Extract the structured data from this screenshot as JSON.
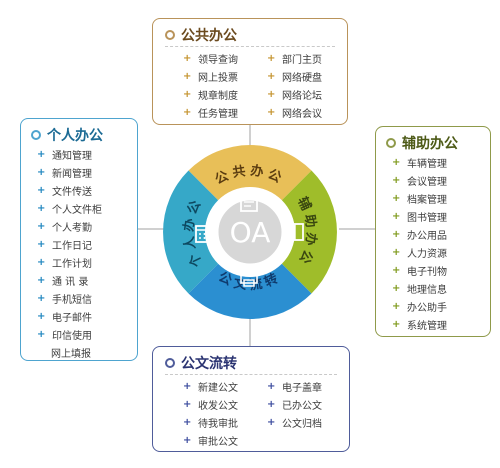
{
  "colors": {
    "public_border": "#b9935a",
    "public_title": "#6b4a1e",
    "public_plus": "#c4932e",
    "aux_border": "#8f9a4a",
    "aux_title": "#4d5a17",
    "aux_plus": "#7f9a1c",
    "flow_border": "#4f5c9a",
    "flow_title": "#2b3472",
    "flow_plus": "#3b4b9e",
    "personal_border": "#4ea4cf",
    "personal_title": "#1b6a94",
    "personal_plus": "#1f86bf",
    "item_text": "#3d3d3d",
    "seg_public": "#e8bf58",
    "seg_aux": "#9fbd2a",
    "seg_flow": "#2b8fd1",
    "seg_personal": "#36a8c8",
    "center": "#d7d7d7"
  },
  "panels": {
    "public": {
      "title": "公共办公",
      "col1": [
        "领导查询",
        "网上投票",
        "规章制度",
        "任务管理"
      ],
      "col2": [
        "部门主页",
        "网络硬盘",
        "网络论坛",
        "网络会议"
      ]
    },
    "aux": {
      "title": "辅助办公",
      "items": [
        "车辆管理",
        "会议管理",
        "档案管理",
        "图书管理",
        "办公用品",
        "人力资源",
        "电子刊物",
        "地理信息",
        "办公助手",
        "系统管理"
      ]
    },
    "flow": {
      "title": "公文流转",
      "col1": [
        "新建公文",
        "收发公文",
        "待我审批",
        "审批公文"
      ],
      "col2": [
        "电子盖章",
        "已办公文",
        "公文归档"
      ]
    },
    "personal": {
      "title": "个人办公",
      "items": [
        "通知管理",
        "新闻管理",
        "文件传送",
        "个人文件柜",
        "个人考勤",
        "工作日记",
        "工作计划",
        "通 讯 录",
        "手机短信",
        "电子邮件",
        "印信使用"
      ],
      "last_item": "网上填报"
    }
  },
  "wheel": {
    "center_label": "OA",
    "segments": {
      "public": "公共办公",
      "aux": "辅助办公",
      "flow": "公文流转",
      "personal": "个人办公"
    }
  },
  "icons": {
    "public": "document-icon",
    "aux": "folder-icon",
    "flow": "printer-icon",
    "personal": "calendar-icon"
  }
}
